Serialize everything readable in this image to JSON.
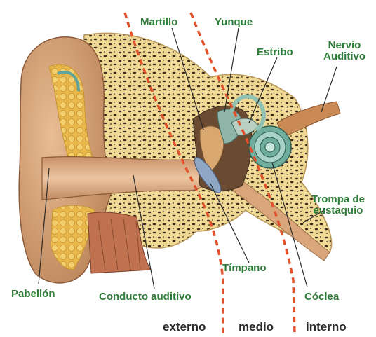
{
  "labels": {
    "martillo": "Martillo",
    "yunque": "Yunque",
    "estribo": "Estribo",
    "nervio_1": "Nervio",
    "nervio_2": "Auditivo",
    "trompa_1": "Trompa de",
    "trompa_2": "eustaquio",
    "timpano": "Tímpano",
    "coclea": "Cóclea",
    "pabellon": "Pabellón",
    "conducto": "Conducto auditivo"
  },
  "zones": {
    "externo": "externo",
    "medio": "medio",
    "interno": "interno"
  },
  "colors": {
    "label_text": "#2f7d3a",
    "zone_text": "#2b2b2b",
    "divider": "#e0522c",
    "skin": "#d9a37a",
    "bone": "#f0d98a",
    "cartilage": "#e8b64a",
    "eardrum": "#8fa6c4",
    "cochlea": "#7fb8a8"
  }
}
